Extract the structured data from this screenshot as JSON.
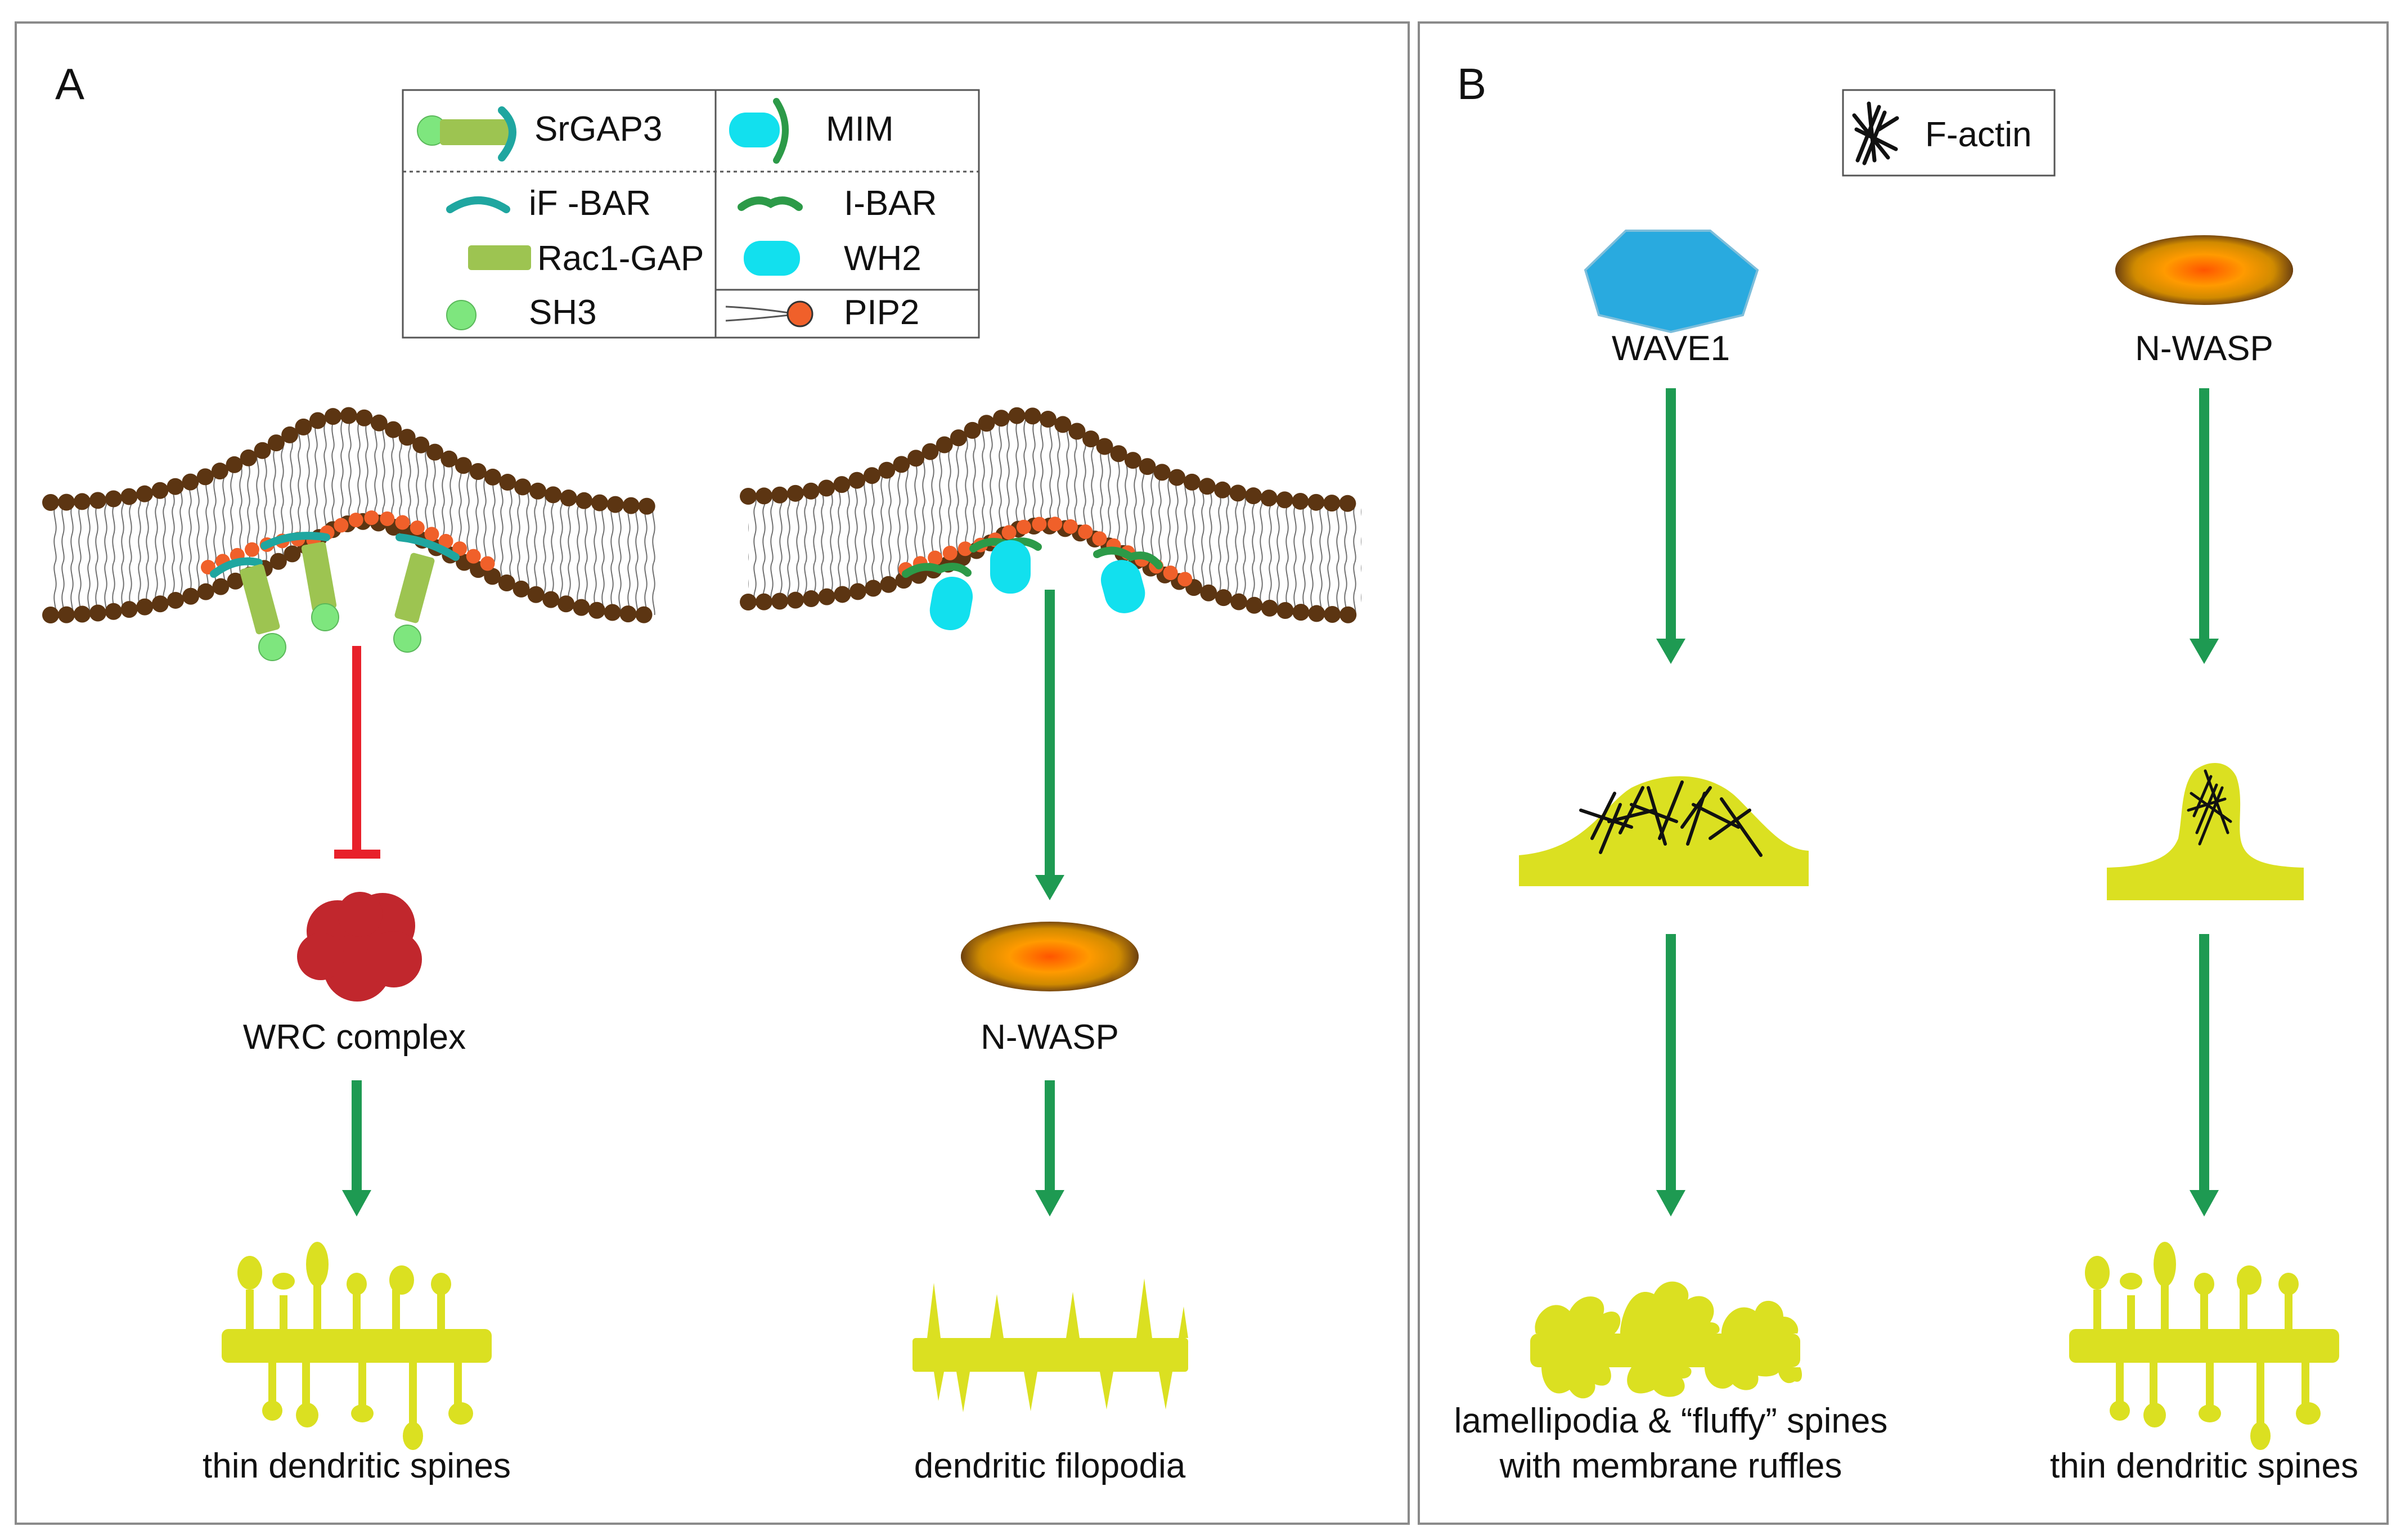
{
  "panels": {
    "a": {
      "letter": "A"
    },
    "b": {
      "letter": "B"
    }
  },
  "legend_a": {
    "srgap3": "SrGAP3",
    "mim": "MIM",
    "ifbar": "iF -BAR",
    "ibar": "I-BAR",
    "rac1gap": "Rac1-GAP",
    "wh2": "WH2",
    "sh3": "SH3",
    "pip2": "PIP2"
  },
  "legend_b": {
    "factin": "F-actin"
  },
  "labels": {
    "wrc": "WRC complex",
    "nwasp_a": "N-WASP",
    "thin_spines_a": "thin dendritic spines",
    "filopodia": "dendritic filopodia",
    "wave1": "WAVE1",
    "nwasp_b": "N-WASP",
    "lamellipodia_line1": "lamellipodia & “fluffy” spines",
    "lamellipodia_line2": "with membrane ruffles",
    "thin_spines_b": "thin dendritic spines"
  },
  "colors": {
    "arrow_green": "#1e9a52",
    "inhibit_red": "#e8202a",
    "head_brown": "#5c3512",
    "pip2_orange": "#f0602a",
    "gap_green": "#9dc451",
    "sh3_green": "#7ee67e",
    "ifbar_teal": "#1fa6a0",
    "ibar_green": "#2c9a48",
    "wh2_cyan": "#12e0ee",
    "wrc_red": "#c1272d",
    "wave1_blue": "#29aadf",
    "dendrite_yellow": "#dbe021",
    "nwasp_orange": "#ff6a00"
  },
  "icons": [
    "srgap3-icon",
    "mim-icon",
    "ifbar-icon",
    "ibar-icon",
    "rac1gap-icon",
    "wh2-icon",
    "sh3-icon",
    "pip2-icon",
    "factin-icon",
    "wrc-complex-icon",
    "wave1-icon",
    "nwasp-icon"
  ]
}
